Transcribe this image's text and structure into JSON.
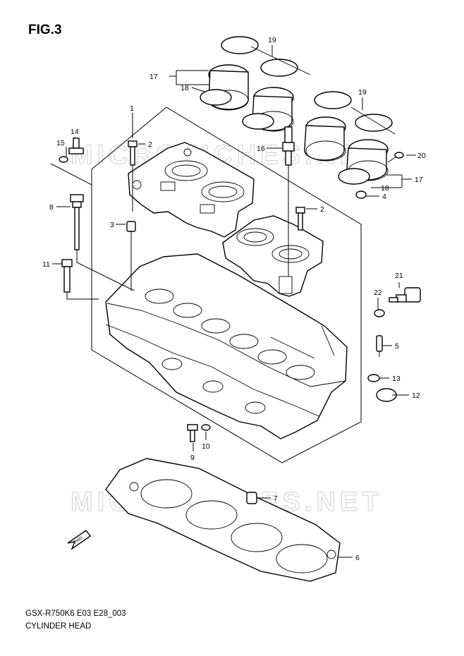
{
  "figure": {
    "title": "FIG.3"
  },
  "footer": {
    "code": "GSX-R750K6 E03 E28_003",
    "name": "CYLINDER HEAD"
  },
  "watermark": {
    "text": "MICROFICHES.NET"
  },
  "fwd_label": "FWD",
  "callouts": {
    "c1": "1",
    "c2a": "2",
    "c2b": "2",
    "c3": "3",
    "c4": "4",
    "c5": "5",
    "c6": "6",
    "c7": "7",
    "c8": "8",
    "c9": "9",
    "c10": "10",
    "c11": "11",
    "c12": "12",
    "c13": "13",
    "c14": "14",
    "c15": "15",
    "c16": "16",
    "c17a": "17",
    "c17b": "17",
    "c18a": "18",
    "c18b": "18",
    "c19a": "19",
    "c19b": "19",
    "c20": "20",
    "c21": "21",
    "c22": "22"
  }
}
